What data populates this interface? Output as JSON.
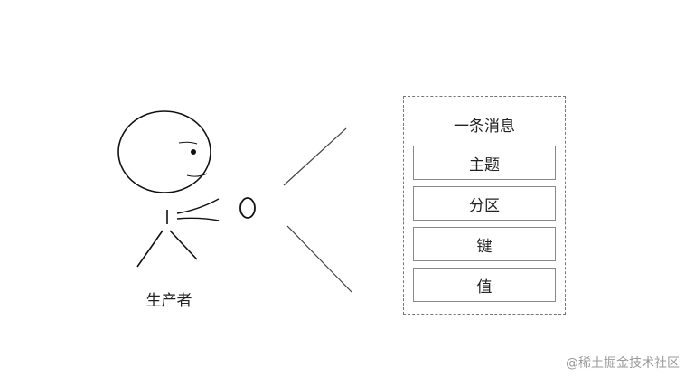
{
  "producer": {
    "label": "生产者"
  },
  "message": {
    "title": "一条消息",
    "fields": [
      "主题",
      "分区",
      "键",
      "值"
    ]
  },
  "watermark": "@稀土掘金技术社区"
}
